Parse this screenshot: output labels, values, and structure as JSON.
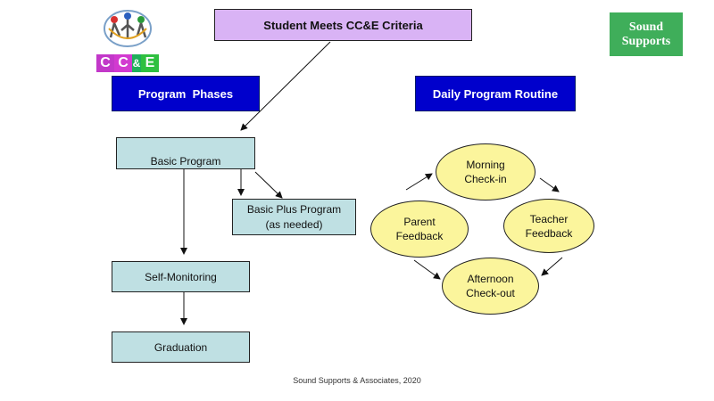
{
  "logo": {
    "letters": [
      "C",
      "C",
      "E"
    ],
    "amp": "&"
  },
  "criteria_label": "Student Meets CC&E Criteria",
  "sound_label_line1": "Sound",
  "sound_label_line2": "Supports",
  "phases_header": "Program  Phases",
  "routine_header": "Daily Program Routine",
  "phases": {
    "basic": "Basic Program",
    "basic_plus_line1": "Basic Plus Program",
    "basic_plus_line2": "(as needed)",
    "self_monitoring": "Self-Monitoring",
    "graduation": "Graduation"
  },
  "routine": {
    "morning_line1": "Morning",
    "morning_line2": "Check-in",
    "teacher_line1": "Teacher",
    "teacher_line2": "Feedback",
    "parent_line1": "Parent",
    "parent_line2": "Feedback",
    "afternoon_line1": "Afternoon",
    "afternoon_line2": "Check-out"
  },
  "footer": "Sound Supports & Associates, 2020",
  "colors": {
    "criteria": "#d9b3f5",
    "header": "#0000cc",
    "phase": "#bfe0e3",
    "ellipse": "#fbf59c",
    "sound": "#3fae5a"
  }
}
